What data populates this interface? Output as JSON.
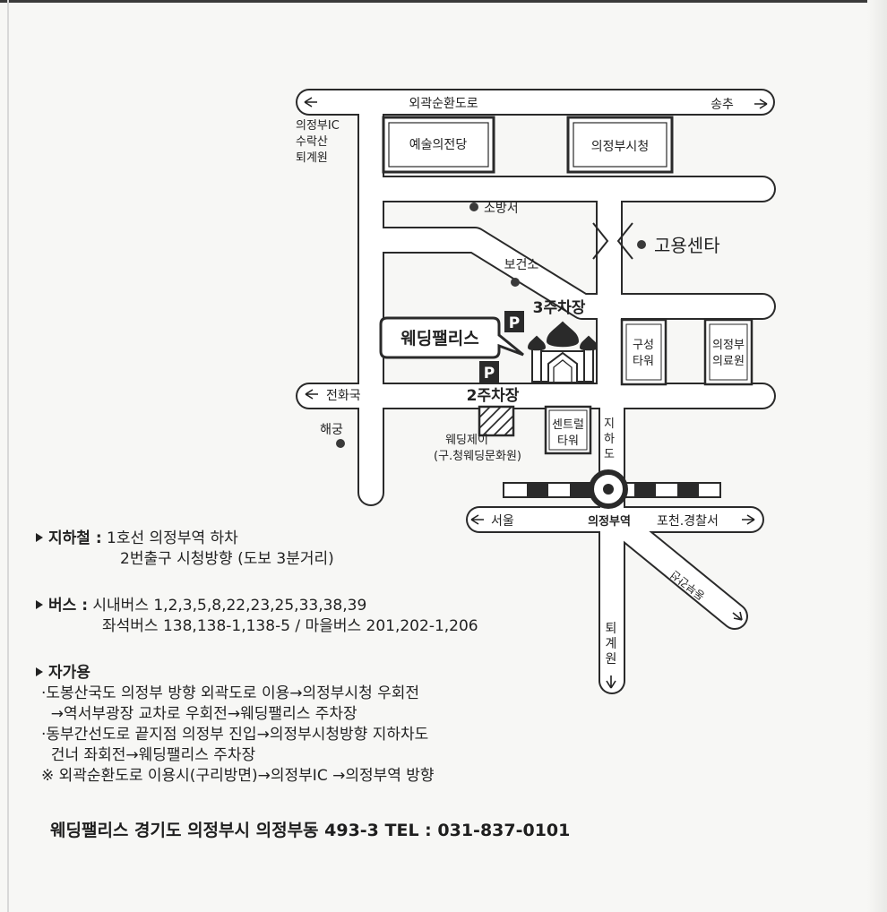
{
  "map": {
    "roads": {
      "outer_ring": "외곽순환도로",
      "songchu": "송추",
      "uijeongbu_ic": [
        "의정부IC",
        "수락산",
        "퇴계원"
      ],
      "telephone_office": "전화국",
      "seoul": "서울",
      "station": "의정부역",
      "pocheon": "포천.경찰서",
      "toegyewon": "퇴계원",
      "underpass": "지하도",
      "diagonal_road": "동부간선"
    },
    "buildings": {
      "arts_center": "예술의전당",
      "city_hall": "의정부시청",
      "fire_station": "소방서",
      "health_center": "보건소",
      "employment_center": "고용센타",
      "guseong_tower": "구성타워",
      "medical_center": "의정부의료원",
      "central_tower": "센트럴타워",
      "haegung": "해궁",
      "wedding_j": "웨딩제이",
      "wedding_j_former": "(구.청웨딩문화원)"
    },
    "venue": "웨딩팰리스",
    "parking": {
      "symbol": "P",
      "lot3": "3주차장",
      "lot2": "2주차장"
    }
  },
  "directions": {
    "subway": {
      "label": "지하철 :",
      "lines": [
        "1호선 의정부역 하차",
        "2번출구 시청방향 (도보 3분거리)"
      ]
    },
    "bus": {
      "label": "버스 :",
      "lines": [
        "시내버스 1,2,3,5,8,22,23,25,33,38,39",
        "좌석버스 138,138-1,138-5 /  마을버스 201,202-1,206"
      ]
    },
    "car": {
      "label": "자가용",
      "lines": [
        "·도봉산국도 의정부 방향 외곽도로 이용→의정부시청 우회전",
        "  →역서부광장 교차로 우회전→웨딩팰리스 주차장",
        "·동부간선도로 끝지점 의정부 진입→의정부시청방향 지하차도",
        "  건너 좌회전→웨딩팰리스 주차장",
        "※ 외곽순환도로 이용시(구리방면)→의정부IC →의정부역 방향"
      ]
    }
  },
  "footer": "웨딩팰리스  경기도 의정부시 의정부동 493-3 TEL : 031-837-0101"
}
